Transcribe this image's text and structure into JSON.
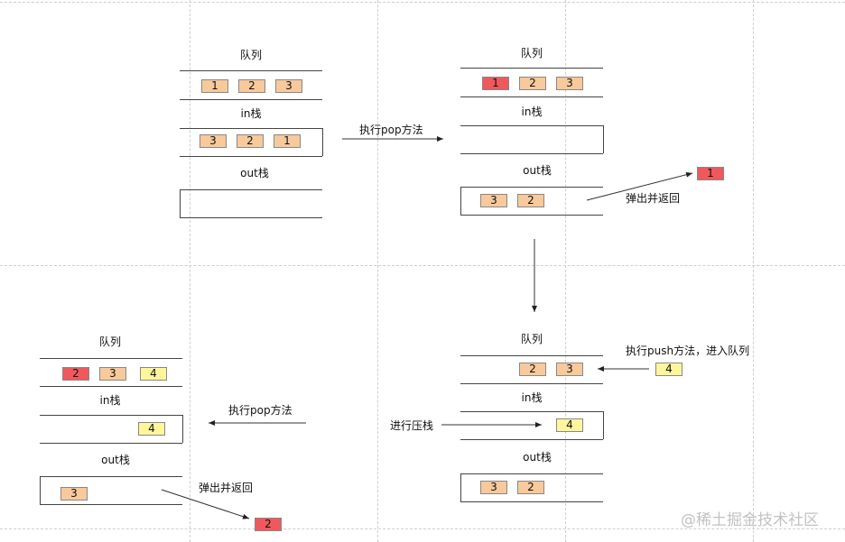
{
  "labels": {
    "queue": "队列",
    "in_stack": "in栈",
    "out_stack": "out栈",
    "pop_method": "执行pop方法",
    "pop_and_return": "弹出并返回",
    "push_method": "执行push方法，进入队列",
    "pushing_stack": "进行压栈"
  },
  "colors": {
    "peach": "#f8c99b",
    "red": "#f1585c",
    "yellow": "#fdf69b"
  },
  "panel1": {
    "queue_items": [
      "1",
      "2",
      "3"
    ],
    "in_items": [
      "3",
      "2",
      "1"
    ],
    "out_items": []
  },
  "panel2": {
    "queue_items": [
      "1",
      "2",
      "3"
    ],
    "in_items": [],
    "out_items": [
      "3",
      "2"
    ],
    "popped": "1"
  },
  "panel3": {
    "queue_items": [
      "2",
      "3"
    ],
    "incoming": "4",
    "in_items": [
      "4"
    ],
    "out_items": [
      "3",
      "2"
    ]
  },
  "panel4": {
    "queue_items": [
      "2",
      "3",
      "4"
    ],
    "in_items": [
      "4"
    ],
    "out_items": [
      "3"
    ],
    "popped": "2"
  },
  "watermark": "@稀土掘金技术社区"
}
